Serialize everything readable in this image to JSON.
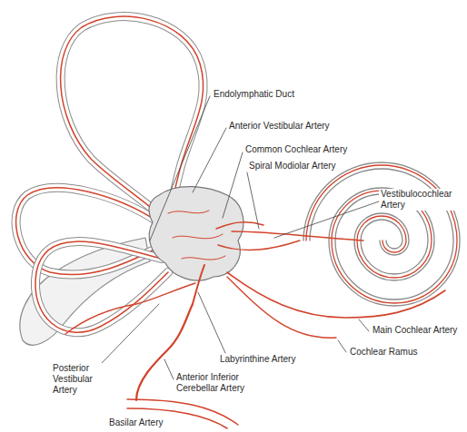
{
  "diagram": {
    "labels": [
      "Endolymphatic Duct",
      "Anterior Vestibular Artery",
      "Common Cochlear Artery",
      "Spiral Modiolar Artery",
      "Vestibulocochlear Artery",
      "Main Cochlear Artery",
      "Cochlear Ramus",
      "Labyrinthine Artery",
      "Posterior Vestibular Artery",
      "Anterior Inferior Cerebellar Artery",
      "Basilar Artery"
    ]
  }
}
